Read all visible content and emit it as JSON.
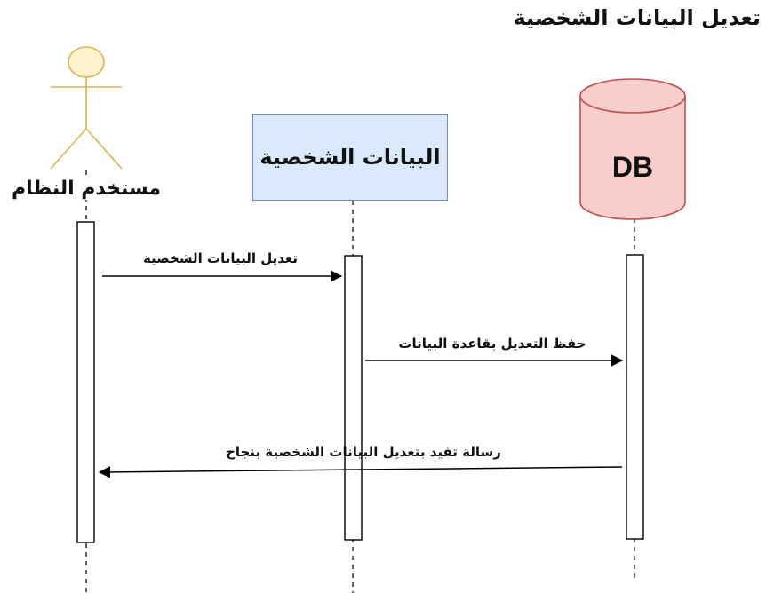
{
  "title": "تعديل البيانات الشخصية",
  "participants": {
    "actor": {
      "label": "مستخدم النظام"
    },
    "boundary": {
      "label": "البيانات الشخصية"
    },
    "database": {
      "label": "DB"
    }
  },
  "messages": [
    {
      "label": "تعديل البيانات الشخصية",
      "from": "actor",
      "to": "boundary"
    },
    {
      "label": "حفظ التعديل بقاعدة البيانات",
      "from": "boundary",
      "to": "database"
    },
    {
      "label": "رسالة تفيد بتعديل البيانات الشخصية بنجاح",
      "from": "database",
      "to": "actor"
    }
  ],
  "colors": {
    "actor_fill": "#fff2cc",
    "actor_stroke": "#d6b656",
    "boundary_fill": "#dae8fc",
    "boundary_stroke": "#6c8ebf",
    "db_fill": "#f8cecc",
    "db_stroke": "#b85450"
  }
}
